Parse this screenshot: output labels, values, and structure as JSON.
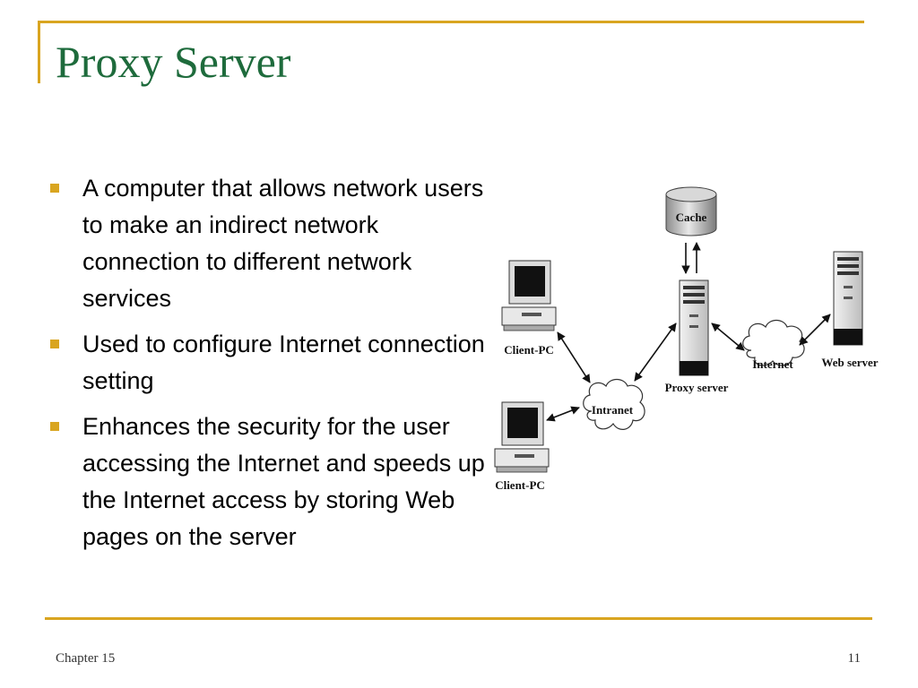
{
  "slide": {
    "title": "Proxy Server",
    "bullets": [
      "A computer that allows network users to make an indirect network connection to different network services",
      "Used to configure Internet connection setting",
      "Enhances the security for the user accessing the Internet and speeds up the Internet access by storing Web pages on the server"
    ],
    "footer": {
      "chapter": "Chapter 15",
      "page": "11"
    },
    "accent_color": "#d9a520",
    "title_color": "#1e6b3c"
  },
  "diagram": {
    "labels": {
      "cache": "Cache",
      "client_top": "Client-PC",
      "client_bottom": "Client-PC",
      "intranet": "Intranet",
      "proxy": "Proxy server",
      "internet": "Internet",
      "web_server": "Web server"
    },
    "icons": [
      "cylinder-icon",
      "computer-monitor-icon",
      "server-tower-icon",
      "cloud-icon"
    ]
  }
}
